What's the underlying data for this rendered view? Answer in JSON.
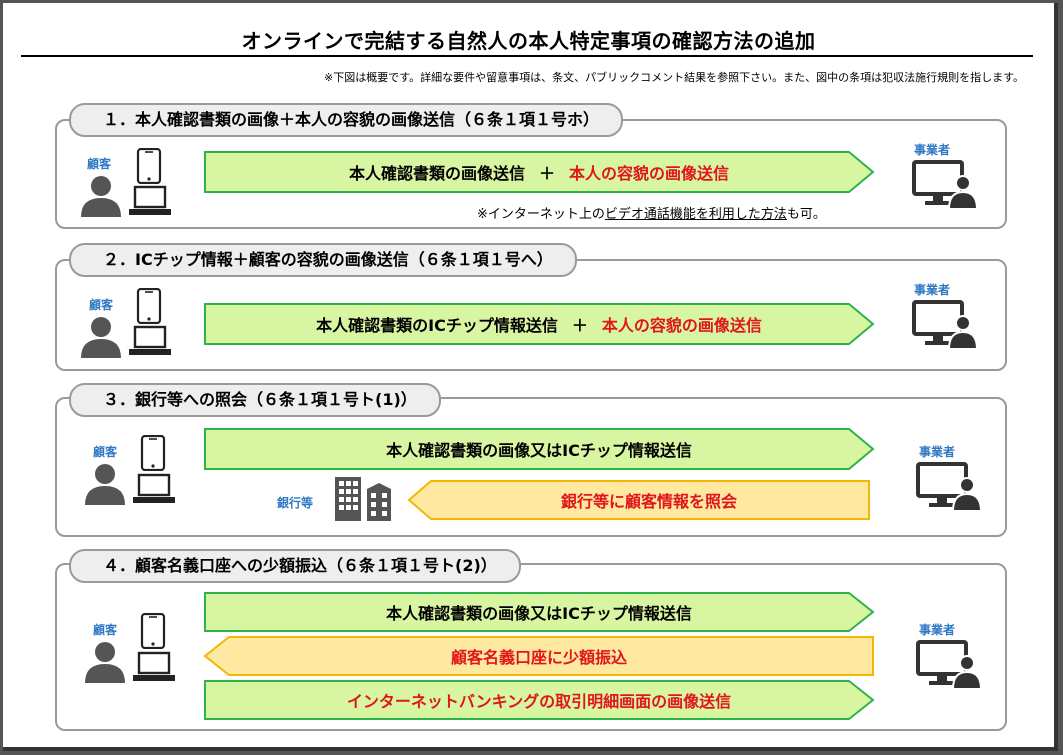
{
  "title": "オンラインで完結する自然人の本人特定事項の確認方法の追加",
  "note": "※下図は概要です。詳細な要件や留意事項は、条文、パブリックコメント結果を参照下さい。また、図中の条項は犯収法施行規則を指します。",
  "actors": {
    "customer": "顧客",
    "business": "事業者",
    "bank": "銀行等"
  },
  "sections": [
    {
      "heading": "１．本人確認書類の画像＋本人の容貌の画像送信（６条１項１号ホ）",
      "arrow_black": "本人確認書類の画像送信",
      "plus": "＋",
      "arrow_red": "本人の容貌の画像送信",
      "note_prefix": "※インターネット上の",
      "note_underlined": "ビデオ通話機能を利用した方法",
      "note_suffix": "も可。"
    },
    {
      "heading": "２．ICチップ情報＋顧客の容貌の画像送信（６条１項１号へ）",
      "arrow_black": "本人確認書類のICチップ情報送信",
      "plus": "＋",
      "arrow_red": "本人の容貌の画像送信"
    },
    {
      "heading": "３．銀行等への照会（６条１項１号ト(1)）",
      "arrow_forward": "本人確認書類の画像又はICチップ情報送信",
      "arrow_back": "銀行等に顧客情報を照会"
    },
    {
      "heading": "４．顧客名義口座への少額振込（６条１項１号ト(2)）",
      "arrow_forward": "本人確認書類の画像又はICチップ情報送信",
      "arrow_back": "顧客名義口座に少額振込",
      "arrow_forward2": "インターネットバンキングの取引明細画面の画像送信"
    }
  ],
  "colors": {
    "green_fill": "#d8f5a2",
    "green_stroke": "#2db34a",
    "yellow_fill": "#ffe9a0",
    "yellow_stroke": "#f2b705",
    "red_text": "#e0161c",
    "label_blue": "#2f78c4",
    "icon_gray": "#555555"
  },
  "icons": [
    "person-icon",
    "smartphone-icon",
    "laptop-icon",
    "monitor-person-icon",
    "building-icon"
  ]
}
